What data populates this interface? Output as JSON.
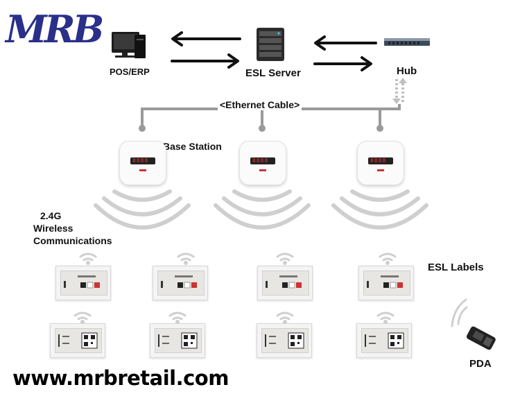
{
  "logo": "MRB",
  "url": "www.mrbretail.com",
  "nodes": {
    "pos_erp": "POS/ERP",
    "esl_server": "ESL Server",
    "hub": "Hub",
    "ethernet_cable": "<Ethernet Cable>",
    "base_station": "Base Station",
    "wireless_line1": "2.4G",
    "wireless_line2": "Wireless",
    "wireless_line3": "Communications",
    "esl_labels": "ESL Labels",
    "pda": "PDA"
  },
  "base_stations": [
    {
      "id": "bs1",
      "readout": "8888"
    },
    {
      "id": "bs2",
      "readout": "8888"
    },
    {
      "id": "bs3",
      "readout": "8888"
    }
  ],
  "colors": {
    "logo": "#2a2f8a",
    "cable": "#9a9a9a",
    "arrow": "#111111",
    "wave": "#cfcfcf",
    "readout": "#e33333"
  },
  "icons": [
    "computer-icon",
    "server-icon",
    "hub-icon",
    "base-station-icon",
    "wifi-icon",
    "esl-label-icon",
    "pda-icon"
  ]
}
